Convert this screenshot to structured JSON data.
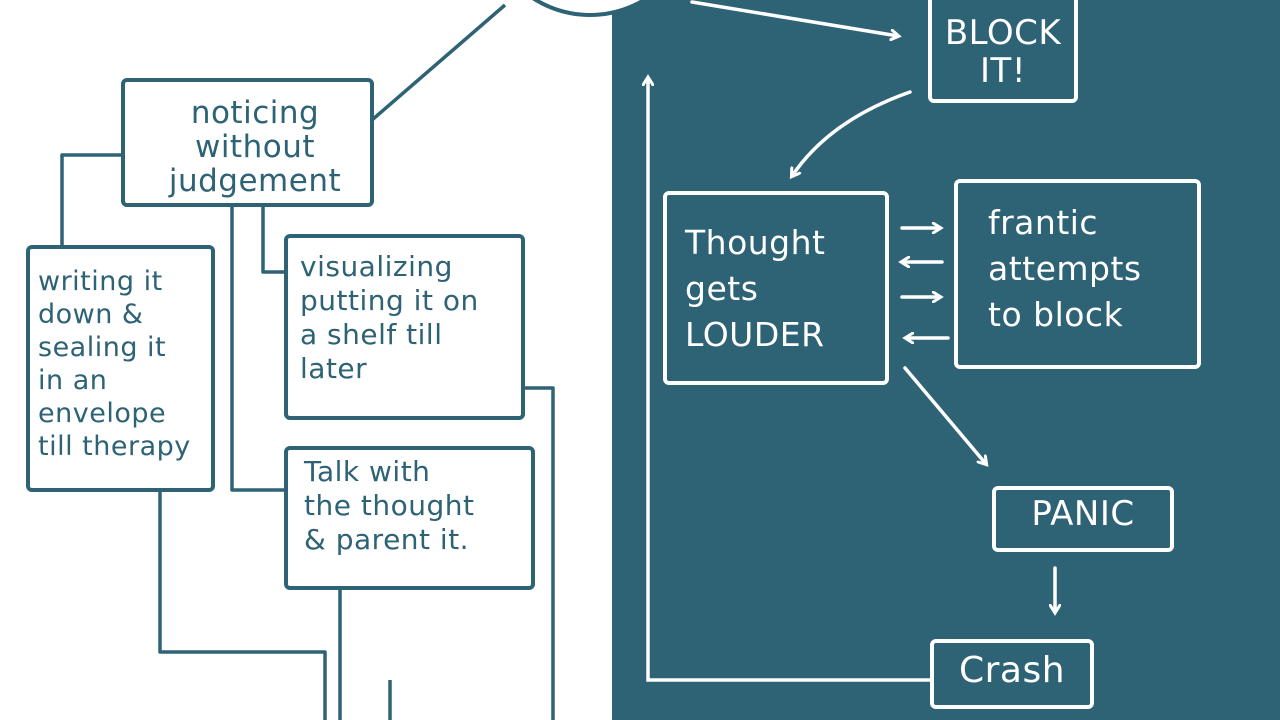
{
  "colors": {
    "teal": "#2e6275",
    "white": "#ffffff"
  },
  "left_branch": {
    "noticing": "noticing\nwithout\njudgement",
    "writing": "writing it\ndown &\nsealing it\nin an\nenvelope\ntill therapy",
    "visualizing": "visualizing\nputting it on\na shelf till\nlater",
    "talk": "Talk with\nthe thought\n& parent it."
  },
  "right_branch": {
    "block": "BLOCK\nIT!",
    "louder": "Thought\ngets\nLOUDER",
    "frantic": "frantic\nattempts\nto block",
    "panic": "PANIC",
    "crash": "Crash"
  }
}
